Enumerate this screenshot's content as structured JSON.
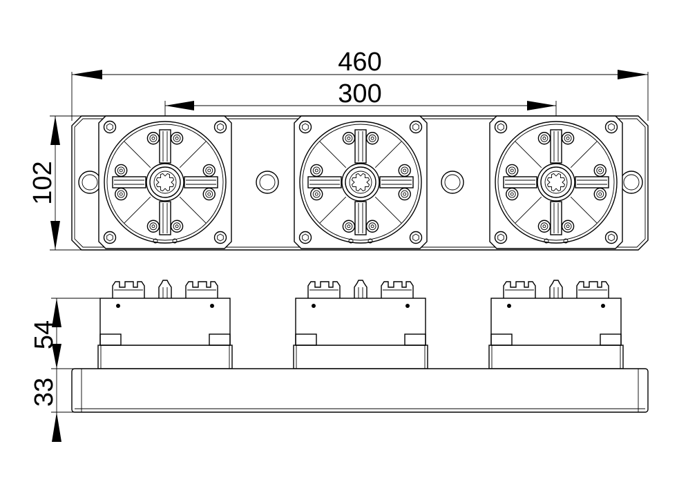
{
  "dimensions": {
    "overall_width": "460",
    "chuck_pitch": "300",
    "plate_height": "102",
    "chuck_height": "54",
    "base_height": "33"
  }
}
